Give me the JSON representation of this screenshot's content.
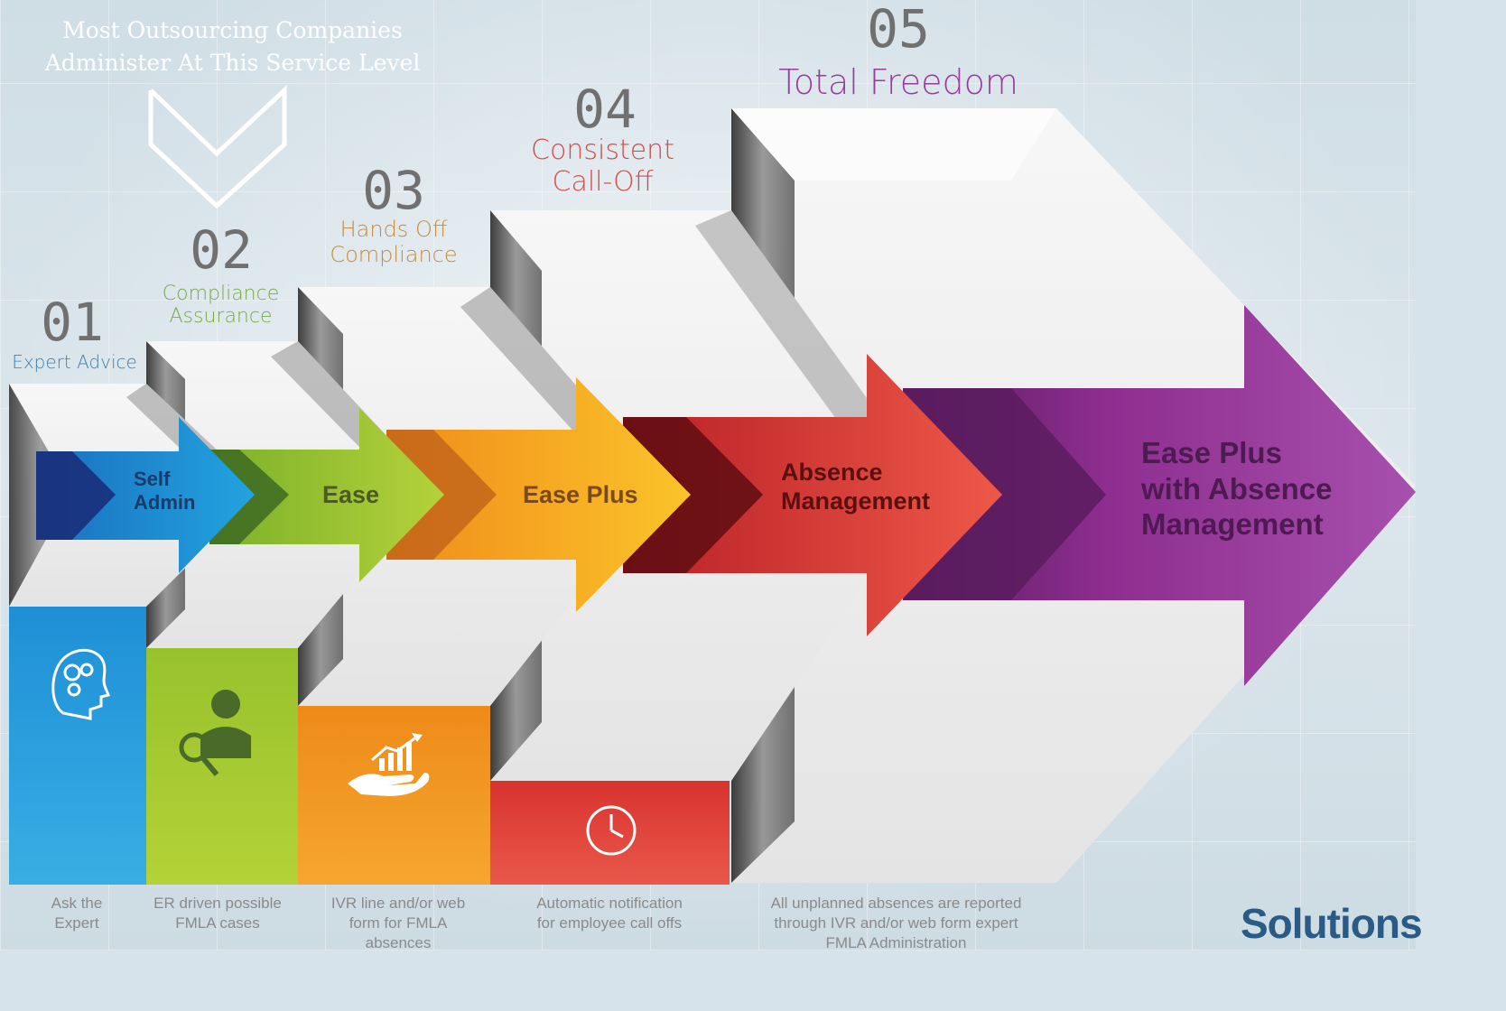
{
  "header": {
    "note_line1": "Most Outsourcing Companies",
    "note_line2": "Administer At This Service Level"
  },
  "levels": [
    {
      "number": "01",
      "title": "Expert Advice",
      "title_color": "#3f7fb0",
      "arrow_label_line1": "Self",
      "arrow_label_line2": "Admin",
      "color": "#1c8fd4",
      "caption_line1": "Ask the",
      "caption_line2": "Expert",
      "caption_line3": "",
      "icon": "brain-gears-icon"
    },
    {
      "number": "02",
      "title_line1": "Compliance",
      "title_line2": "Assurance",
      "title_color": "#7aa84a",
      "arrow_label": "Ease",
      "color": "#9cc52e",
      "caption_line1": "ER driven possible",
      "caption_line2": "FMLA cases",
      "caption_line3": "",
      "icon": "investigator-icon"
    },
    {
      "number": "03",
      "title_line1": "Hands Off",
      "title_line2": "Compliance",
      "title_color": "#c98a3b",
      "arrow_label": "Ease Plus",
      "color": "#f4a51b",
      "caption_line1": "IVR line and/or web",
      "caption_line2": "form for FMLA",
      "caption_line3": "absences",
      "icon": "growth-hand-icon"
    },
    {
      "number": "04",
      "title_line1": "Consistent",
      "title_line2": "Call-Off",
      "title_color": "#d84a4a",
      "arrow_label_line1": "Absence",
      "arrow_label_line2": "Management",
      "color": "#e2473d",
      "caption_line1": "Automatic notification",
      "caption_line2": "for employee call offs",
      "caption_line3": "",
      "icon": "clock-icon"
    },
    {
      "number": "05",
      "title": "Total Freedom",
      "title_color": "#9b3a9e",
      "arrow_label_line1": "Ease Plus",
      "arrow_label_line2": "with Absence",
      "arrow_label_line3": "Management",
      "color": "#9a3fa2",
      "caption_line1": "All unplanned absences are reported",
      "caption_line2": "through IVR and/or web form expert",
      "caption_line3": "FMLA Administration",
      "icon": ""
    }
  ],
  "brand": {
    "text": "Solutions"
  },
  "colors": {
    "blue": "#1c8fd4",
    "green": "#9cc52e",
    "orange": "#f4a51b",
    "red": "#e2473d",
    "purple": "#9a3fa2",
    "number_gray": "#707070",
    "arrow_text": "#6b4a2a"
  }
}
